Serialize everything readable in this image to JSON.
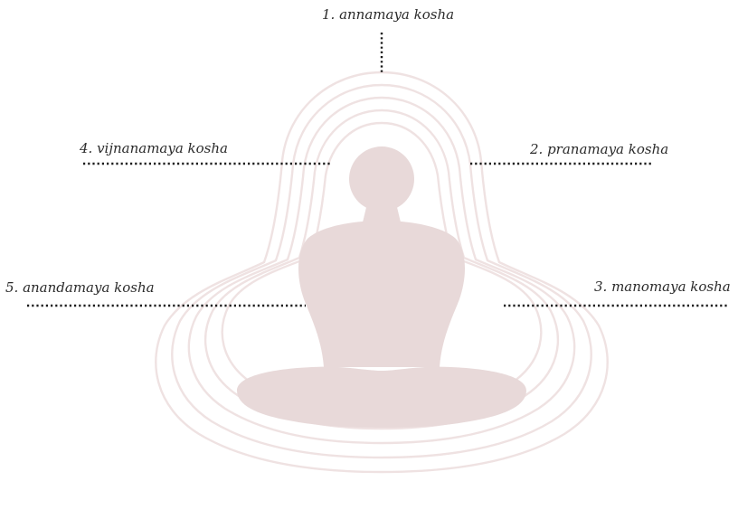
{
  "koshas": [
    {
      "label": "1. annamaya kosha"
    },
    {
      "label": "2. pranamaya kosha"
    },
    {
      "label": "3. manomaya kosha"
    },
    {
      "label": "4. vijnanamaya kosha"
    },
    {
      "label": "5. anandamaya kosha"
    }
  ],
  "colors": {
    "figure": "#e8d9d9",
    "layer_stroke": "#efe2e2",
    "leader_line": "#1a1a1a",
    "text": "#2b2b2b"
  }
}
